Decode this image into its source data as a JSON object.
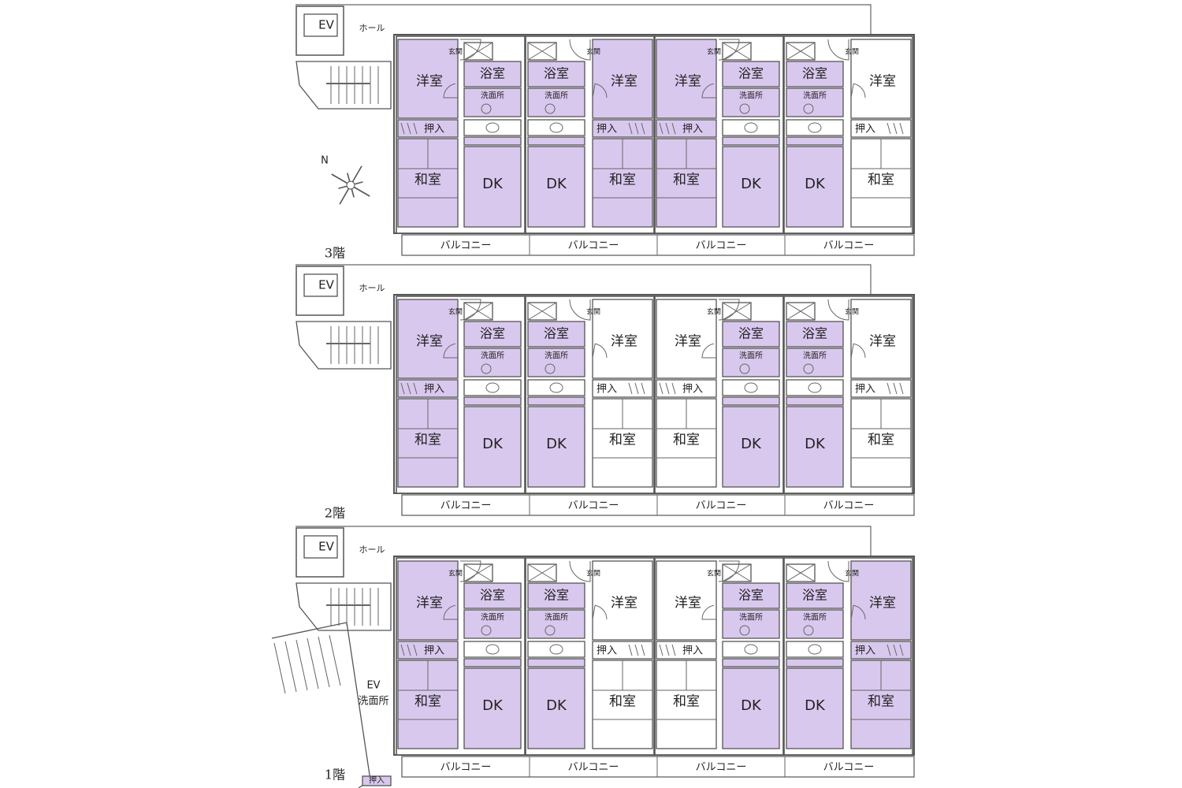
{
  "floors": [
    {
      "label": "3階",
      "ev": "EV",
      "hall": "ホール",
      "balconies": [
        "バルコニー",
        "バルコニー",
        "バルコニー",
        "バルコニー"
      ],
      "units": [
        {
          "y_room": "洋室",
          "oshiire": "押入",
          "washitsu": "和室",
          "yokushitsu": "浴室",
          "senmen": "洗面所",
          "dk": "DK",
          "genkan": "玄関",
          "highlight_rooms": true,
          "highlight_wet": true
        },
        {
          "y_room": "洋室",
          "oshiire": "押入",
          "washitsu": "和室",
          "yokushitsu": "浴室",
          "senmen": "洗面所",
          "dk": "DK",
          "genkan": "玄関",
          "highlight_rooms": true,
          "highlight_wet": true
        },
        {
          "y_room": "洋室",
          "oshiire": "押入",
          "washitsu": "和室",
          "yokushitsu": "浴室",
          "senmen": "洗面所",
          "dk": "DK",
          "genkan": "玄関",
          "highlight_rooms": true,
          "highlight_wet": true
        },
        {
          "y_room": "洋室",
          "oshiire": "押入",
          "washitsu": "和室",
          "yokushitsu": "浴室",
          "senmen": "洗面所",
          "dk": "DK",
          "genkan": "玄関",
          "highlight_rooms": false,
          "highlight_wet": true
        }
      ]
    },
    {
      "label": "2階",
      "ev": "EV",
      "hall": "ホール",
      "balconies": [
        "バルコニー",
        "バルコニー",
        "バルコニー",
        "バルコニー"
      ],
      "units": [
        {
          "y_room": "洋室",
          "oshiire": "押入",
          "washitsu": "和室",
          "yokushitsu": "浴室",
          "senmen": "洗面所",
          "dk": "DK",
          "genkan": "玄関",
          "highlight_rooms": true,
          "highlight_wet": true
        },
        {
          "y_room": "洋室",
          "oshiire": "押入",
          "washitsu": "和室",
          "yokushitsu": "浴室",
          "senmen": "洗面所",
          "dk": "DK",
          "genkan": "玄関",
          "highlight_rooms": false,
          "highlight_wet": true
        },
        {
          "y_room": "洋室",
          "oshiire": "押入",
          "washitsu": "和室",
          "yokushitsu": "浴室",
          "senmen": "洗面所",
          "dk": "DK",
          "genkan": "玄関",
          "highlight_rooms": false,
          "highlight_wet": true
        },
        {
          "y_room": "洋室",
          "oshiire": "押入",
          "washitsu": "和室",
          "yokushitsu": "浴室",
          "senmen": "洗面所",
          "dk": "DK",
          "genkan": "玄関",
          "highlight_rooms": false,
          "highlight_wet": true
        }
      ]
    },
    {
      "label": "1階",
      "ev": "EV",
      "hall": "ホール",
      "balconies": [
        "バルコニー",
        "バルコニー",
        "バルコニー",
        "バルコニー"
      ],
      "units": [
        {
          "y_room": "洋室",
          "oshiire": "押入",
          "washitsu": "和室",
          "yokushitsu": "浴室",
          "senmen": "洗面所",
          "dk": "DK",
          "genkan": "玄関",
          "highlight_rooms": true,
          "highlight_wet": true
        },
        {
          "y_room": "洋室",
          "oshiire": "押入",
          "washitsu": "和室",
          "yokushitsu": "浴室",
          "senmen": "洗面所",
          "dk": "DK",
          "genkan": "玄関",
          "highlight_rooms": false,
          "highlight_wet": true
        },
        {
          "y_room": "洋室",
          "oshiire": "押入",
          "washitsu": "和室",
          "yokushitsu": "浴室",
          "senmen": "洗面所",
          "dk": "DK",
          "genkan": "玄関",
          "highlight_rooms": false,
          "highlight_wet": true
        },
        {
          "y_room": "洋室",
          "oshiire": "押入",
          "washitsu": "和室",
          "yokushitsu": "浴室",
          "senmen": "洗面所",
          "dk": "DK",
          "genkan": "玄関",
          "highlight_rooms": true,
          "highlight_wet": true
        }
      ],
      "extra": {
        "ev_label": "EV",
        "senmen_label": "洗面所",
        "oshiire_label": "押入"
      }
    }
  ],
  "compass": {
    "north": "N"
  },
  "colors": {
    "room": "#d9c8ee",
    "wall": "#555555",
    "line": "#666666",
    "white": "#ffffff"
  }
}
